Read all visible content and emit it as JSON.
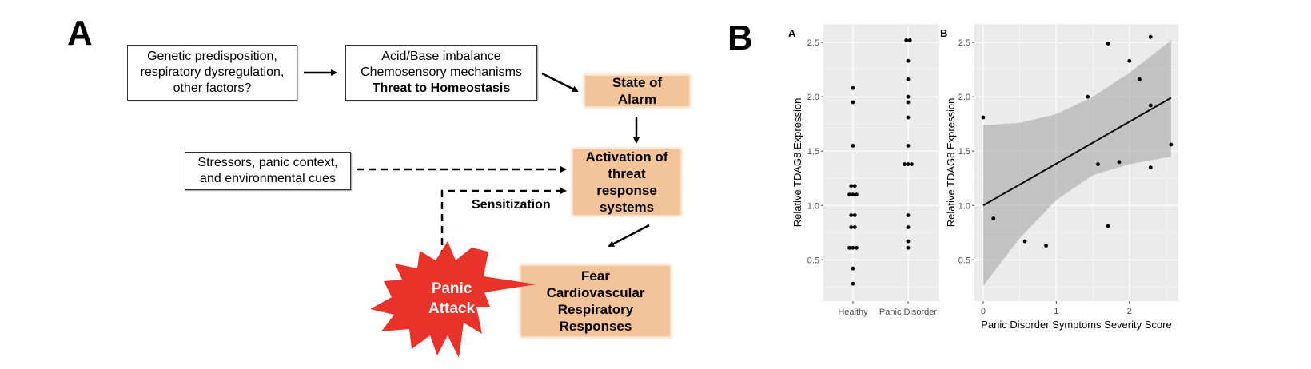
{
  "panel_a": {
    "letter": "A",
    "boxes": {
      "genetic": [
        "Genetic predisposition,",
        "respiratory dysregulation,",
        "other factors?"
      ],
      "acid_base": [
        "Acid/Base imbalance",
        "Chemosensory  mechanisms"
      ],
      "acid_base_bold": "Threat to Homeostasis",
      "alarm": [
        "State of",
        "Alarm"
      ],
      "stressors": [
        "Stressors, panic  context,",
        "and environmental  cues"
      ],
      "activation": [
        "Activation  of",
        "threat",
        "response",
        "systems"
      ],
      "responses": [
        "Fear",
        "Cardiovascular",
        "Respiratory",
        "Responses"
      ],
      "panic": [
        "Panic",
        "Attack"
      ]
    },
    "sensitization_label": "Sensitization",
    "colors": {
      "orange_box": "#f3c49a",
      "panic_red": "#e8322a"
    }
  },
  "panel_b": {
    "letter": "B"
  },
  "chart_data": [
    {
      "type": "scatter",
      "panel_label": "A",
      "title": "",
      "xlabel": "",
      "ylabel": "Relative TDAG8 Expression",
      "categories": [
        "Healthy",
        "Panic Disorder"
      ],
      "ylim": [
        0.12,
        2.67
      ],
      "yticks": [
        0.5,
        1.0,
        1.5,
        2.0,
        2.5
      ],
      "ytick_labels": [
        "0.5",
        "1.0",
        "1.5",
        "2.0",
        "2.5"
      ],
      "grid": true,
      "series": [
        {
          "name": "Healthy",
          "values": [
            2.08,
            1.95,
            1.55,
            1.18,
            1.18,
            1.1,
            1.1,
            1.1,
            0.91,
            0.91,
            0.8,
            0.8,
            0.61,
            0.61,
            0.61,
            0.42,
            0.28
          ]
        },
        {
          "name": "Panic Disorder",
          "values": [
            2.52,
            2.52,
            2.33,
            2.16,
            2.0,
            1.95,
            1.81,
            1.55,
            1.38,
            1.38,
            1.38,
            0.91,
            0.8,
            0.67,
            0.61
          ]
        }
      ]
    },
    {
      "type": "scatter",
      "panel_label": "B",
      "title": "",
      "xlabel": "Panic Disorder Symptoms Severity Score",
      "ylabel": "Relative TDAG8 Expression",
      "xlim": [
        -0.12,
        2.67
      ],
      "ylim": [
        0.12,
        2.67
      ],
      "xticks": [
        0,
        1,
        2
      ],
      "xtick_labels": [
        "0",
        "1",
        "2"
      ],
      "yticks": [
        0.5,
        1.0,
        1.5,
        2.0,
        2.5
      ],
      "ytick_labels": [
        "0.5",
        "1.0",
        "1.5",
        "2.0",
        "2.5"
      ],
      "grid": true,
      "points": [
        {
          "x": 0.0,
          "y": 1.81
        },
        {
          "x": 0.14,
          "y": 0.88
        },
        {
          "x": 0.57,
          "y": 0.67
        },
        {
          "x": 0.86,
          "y": 0.63
        },
        {
          "x": 1.43,
          "y": 2.0
        },
        {
          "x": 1.57,
          "y": 1.38
        },
        {
          "x": 1.71,
          "y": 2.49
        },
        {
          "x": 1.71,
          "y": 0.81
        },
        {
          "x": 1.86,
          "y": 1.4
        },
        {
          "x": 2.0,
          "y": 2.33
        },
        {
          "x": 2.14,
          "y": 2.16
        },
        {
          "x": 2.29,
          "y": 2.55
        },
        {
          "x": 2.29,
          "y": 1.92
        },
        {
          "x": 2.29,
          "y": 1.35
        },
        {
          "x": 2.57,
          "y": 1.56
        }
      ],
      "fit_line": {
        "x": [
          0,
          2.57
        ],
        "y": [
          1.0,
          1.99
        ]
      },
      "confidence_band": {
        "x": [
          0,
          0.5,
          1.0,
          1.5,
          2.0,
          2.57
        ],
        "upper": [
          1.74,
          1.76,
          1.84,
          2.0,
          2.22,
          2.52
        ],
        "lower": [
          0.26,
          0.7,
          1.05,
          1.28,
          1.38,
          1.45
        ]
      }
    }
  ]
}
